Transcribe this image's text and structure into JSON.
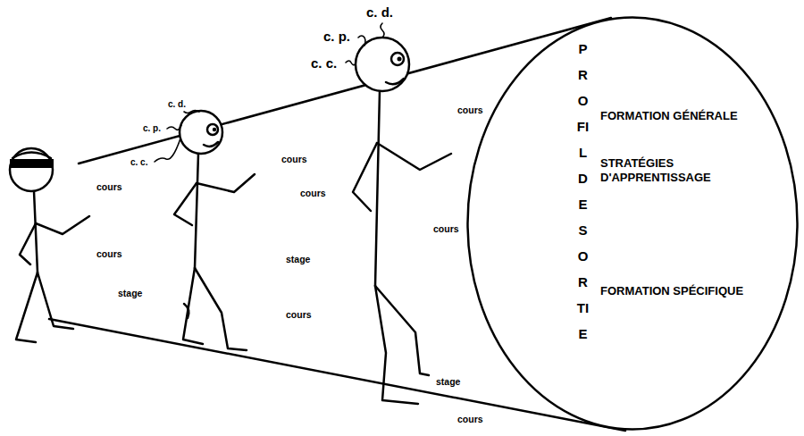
{
  "diagram": {
    "nodes": [
      {
        "text": [
          "PROFIL DE SORTIE",
          "FORMATION GÉNÉRALE",
          "STRATÉGIES D'APPRENTISSAGE",
          "FORMATION SPÉCIFIQUE"
        ]
      }
    ],
    "labels": [
      "cours",
      "cours",
      "stage",
      "c. d.",
      "c. p.",
      "c. c.",
      "cours",
      "cours",
      "stage",
      "cours",
      "c. d.",
      "c. p.",
      "c. c.",
      "cours",
      "cours",
      "stage",
      "cours"
    ]
  }
}
